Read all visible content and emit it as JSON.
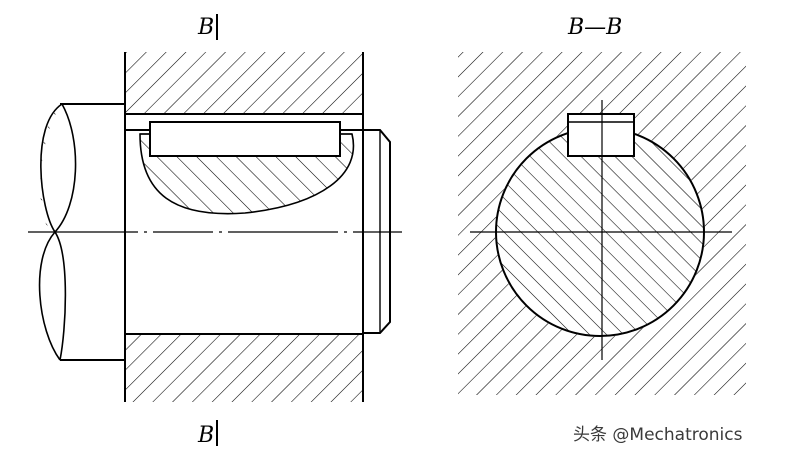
{
  "labels": {
    "section_mark_top": "B",
    "section_mark_bottom": "B",
    "section_view_title": "B—B"
  },
  "watermark": "头条 @Mechatronics",
  "colors": {
    "line": "#000000",
    "background": "#ffffff",
    "watermark": "#3a3a3a"
  }
}
